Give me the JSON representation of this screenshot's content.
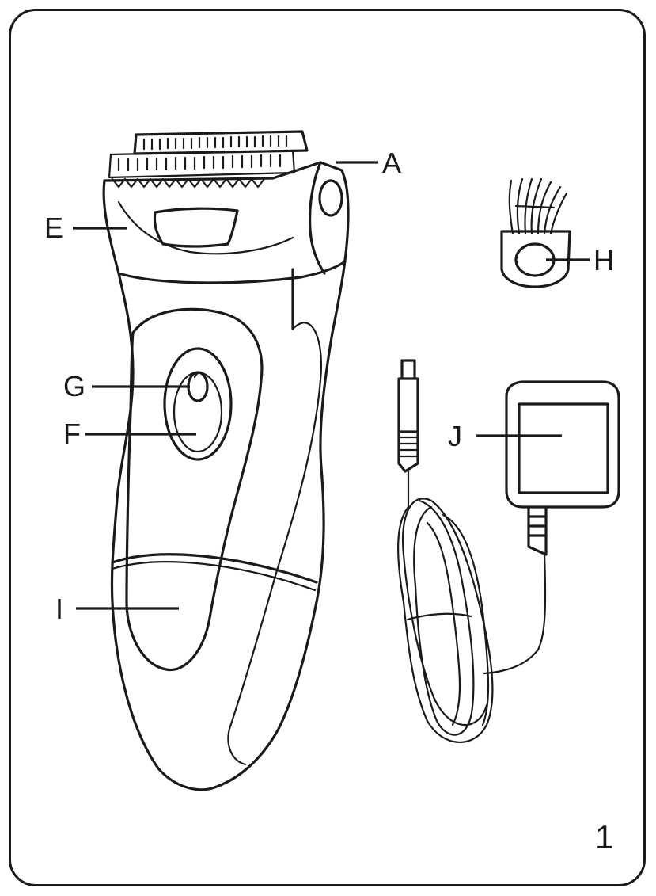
{
  "figure": {
    "labels": {
      "A": "A",
      "E": "E",
      "G": "G",
      "F": "F",
      "I": "I",
      "H": "H",
      "J": "J"
    },
    "page_number": "1"
  },
  "colors": {
    "line": "#1a1a1a",
    "background": "#ffffff"
  }
}
